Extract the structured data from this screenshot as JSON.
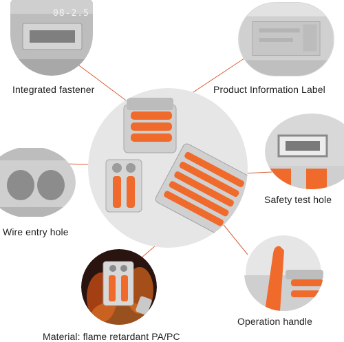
{
  "callouts": {
    "fastener": {
      "label": "Integrated fastener",
      "marking": "08-2.5"
    },
    "product_info": {
      "label": "Product Information Label"
    },
    "safety_test": {
      "label": "Safety test hole"
    },
    "wire_entry": {
      "label": "Wire entry hole"
    },
    "operation": {
      "label": "Operation handle"
    },
    "material": {
      "label": "Material: flame retardant PA/PC"
    }
  },
  "colors": {
    "connector_gray": "#c9c9c9",
    "lever_orange": "#f06a2b",
    "leader_line": "#d9603a",
    "hub_circle": "#e6e6e6"
  }
}
